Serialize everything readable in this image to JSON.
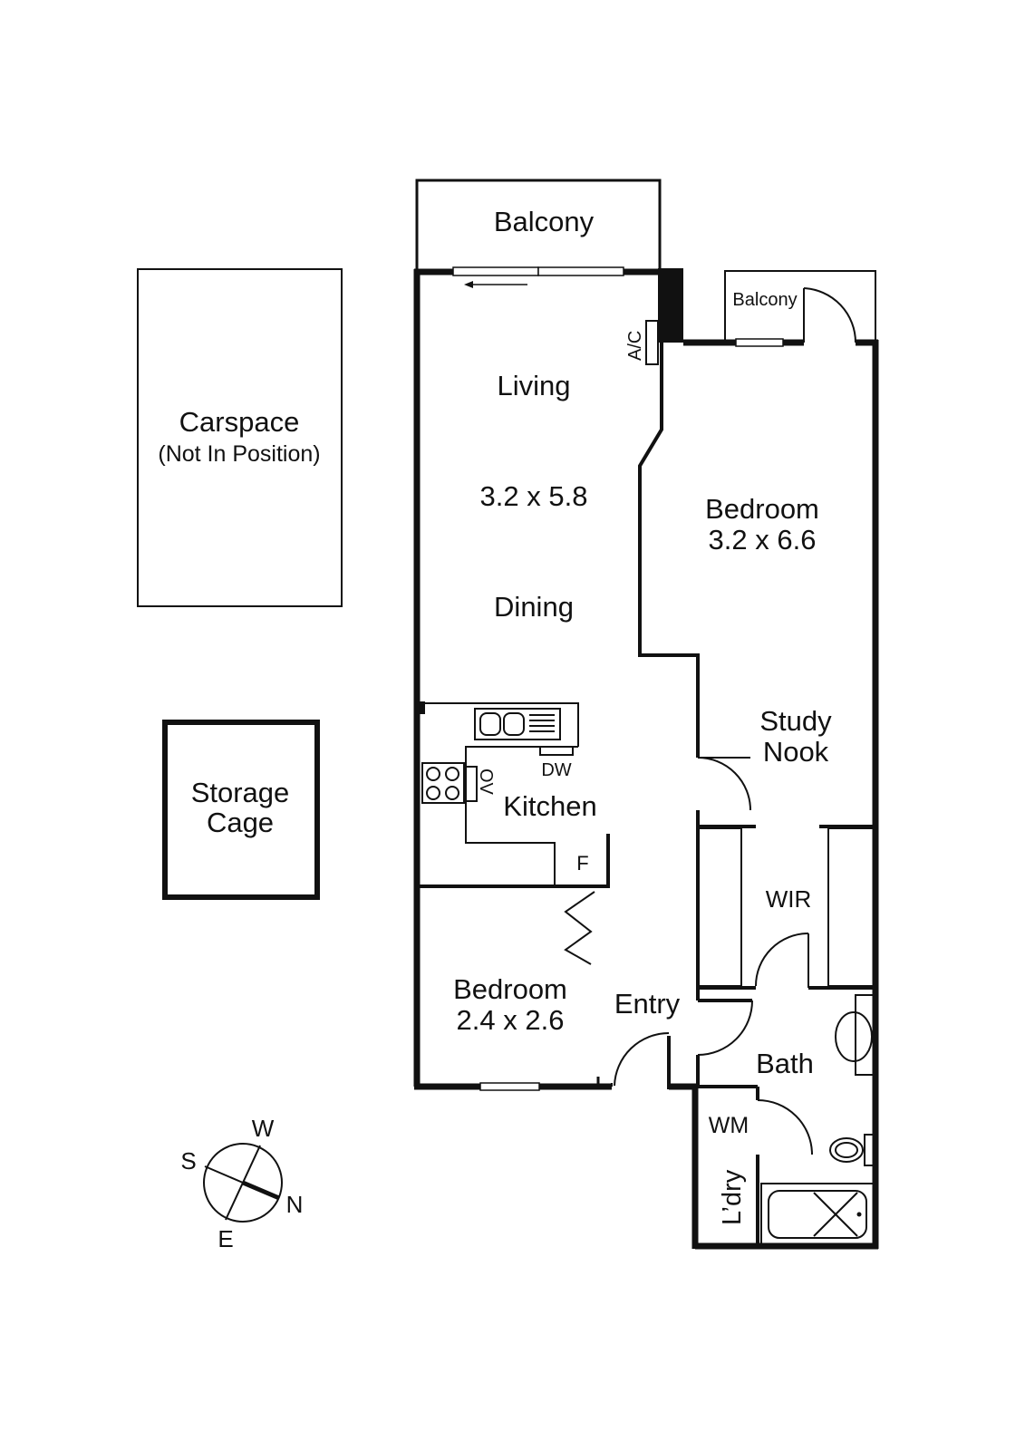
{
  "rooms": {
    "balcony_main": "Balcony",
    "balcony_small": "Balcony",
    "ac": "A/C",
    "living": "Living",
    "living_dims": "3.2 x 5.8",
    "dining": "Dining",
    "bedroom_main": "Bedroom",
    "bedroom_main_dims": "3.2 x 6.6",
    "study_line1": "Study",
    "study_line2": "Nook",
    "dishwasher": "DW",
    "oven": "OV",
    "kitchen": "Kitchen",
    "fridge": "F",
    "wir": "WIR",
    "bedroom_second": "Bedroom",
    "bedroom_second_dims": "2.4 x 2.6",
    "entry": "Entry",
    "bath": "Bath",
    "washing_machine": "WM",
    "laundry": "L’dry"
  },
  "outbuildings": {
    "carspace": "Carspace",
    "carspace_note": "(Not In Position)",
    "storage_line1": "Storage",
    "storage_line2": "Cage"
  },
  "compass": {
    "north": "N",
    "south": "S",
    "east": "E",
    "west": "W"
  }
}
